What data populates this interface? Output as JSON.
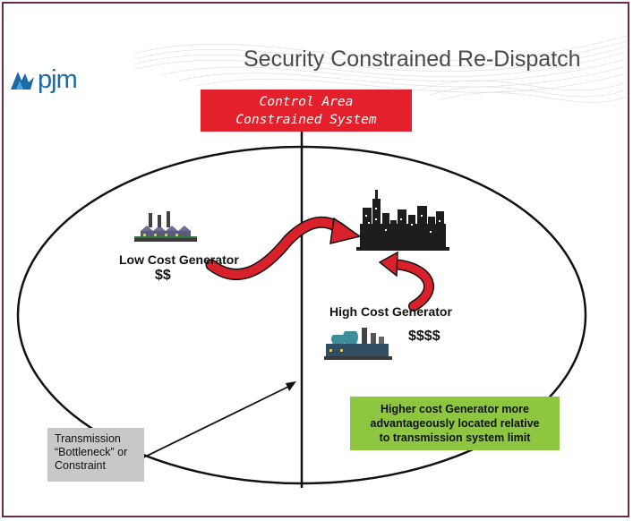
{
  "header": {
    "logo_text": "pjm",
    "title": "Security Constrained Re-Dispatch"
  },
  "control_area": {
    "line1": "Control Area",
    "line2": "Constrained System"
  },
  "low_cost_generator": {
    "label": "Low Cost Generator",
    "price": "$$"
  },
  "high_cost_generator": {
    "label": "High Cost Generator",
    "price": "$$$$"
  },
  "note_green": {
    "line1": "Higher cost Generator more",
    "line2": "advantageously located relative",
    "line3": "to transmission system limit"
  },
  "note_gray": {
    "line1": "Transmission",
    "line2": "“Bottleneck” or",
    "line3": "Constraint"
  },
  "icons": {
    "logo": "pjm-logo-icon",
    "low_cost": "factory-icon",
    "high_cost": "power-plant-icon",
    "load": "city-skyline-icon"
  },
  "colors": {
    "frame": "#6b2c52",
    "control_box": "#e3202b",
    "arrow": "#d8212a",
    "note_green": "#8dc63f",
    "note_gray": "#c8c8c8",
    "logo": "#1a6aa8"
  }
}
